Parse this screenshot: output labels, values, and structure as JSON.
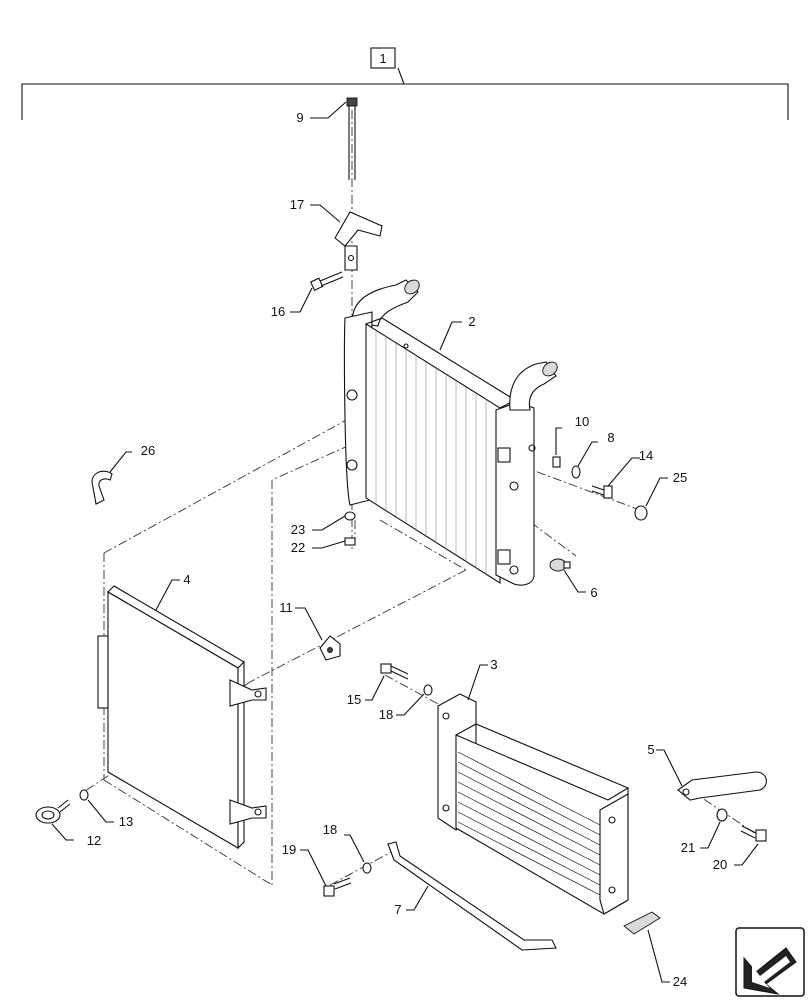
{
  "assembly": {
    "label": "1"
  },
  "callouts": [
    {
      "id": "9",
      "label": "9"
    },
    {
      "id": "17",
      "label": "17"
    },
    {
      "id": "16",
      "label": "16"
    },
    {
      "id": "2",
      "label": "2"
    },
    {
      "id": "10",
      "label": "10"
    },
    {
      "id": "8",
      "label": "8"
    },
    {
      "id": "14",
      "label": "14"
    },
    {
      "id": "25",
      "label": "25"
    },
    {
      "id": "26",
      "label": "26"
    },
    {
      "id": "23",
      "label": "23"
    },
    {
      "id": "22",
      "label": "22"
    },
    {
      "id": "6",
      "label": "6"
    },
    {
      "id": "4",
      "label": "4"
    },
    {
      "id": "11",
      "label": "11"
    },
    {
      "id": "3",
      "label": "3"
    },
    {
      "id": "15",
      "label": "15"
    },
    {
      "id": "18a",
      "label": "18"
    },
    {
      "id": "5",
      "label": "5"
    },
    {
      "id": "21",
      "label": "21"
    },
    {
      "id": "20",
      "label": "20"
    },
    {
      "id": "12",
      "label": "12"
    },
    {
      "id": "13",
      "label": "13"
    },
    {
      "id": "19",
      "label": "19"
    },
    {
      "id": "18b",
      "label": "18"
    },
    {
      "id": "7",
      "label": "7"
    },
    {
      "id": "24",
      "label": "24"
    }
  ],
  "nav": {
    "icon": "arrow-icon"
  }
}
